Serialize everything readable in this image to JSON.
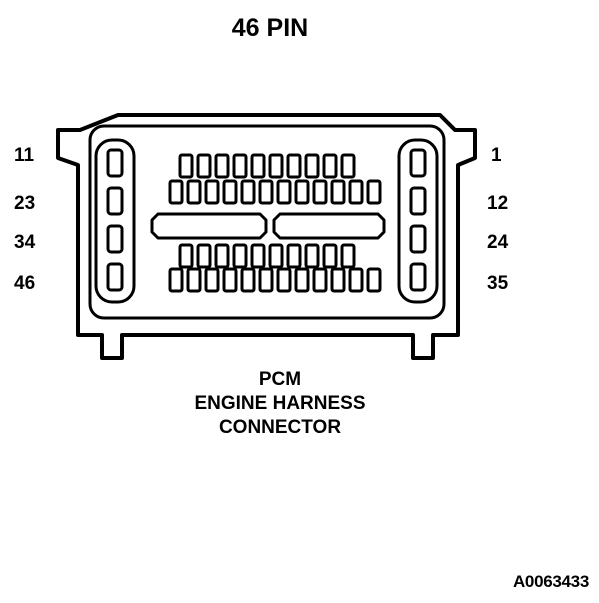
{
  "title": "46 PIN",
  "pin_labels": {
    "left": [
      "11",
      "23",
      "34",
      "46"
    ],
    "right": [
      "1",
      "12",
      "24",
      "35"
    ]
  },
  "caption": {
    "line1": "PCM",
    "line2": "ENGINE HARNESS",
    "line3": "CONNECTOR"
  },
  "figure_id": "A0063433"
}
